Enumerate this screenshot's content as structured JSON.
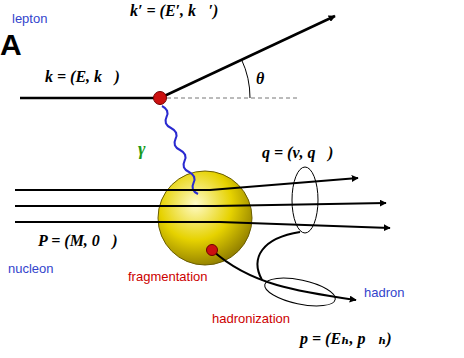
{
  "diagram": {
    "labels": [
      "A",
      "lepton",
      "k′ = (E′, k⃗′)",
      "k = (E, k⃗)",
      "θ",
      "γ",
      "q = (ν, q⃗)",
      "P = (M, 0⃗)",
      "nucleon",
      "fragmentation",
      "hadronization",
      "hadron",
      "p = (Eₕ, p⃗ₕ)"
    ]
  }
}
